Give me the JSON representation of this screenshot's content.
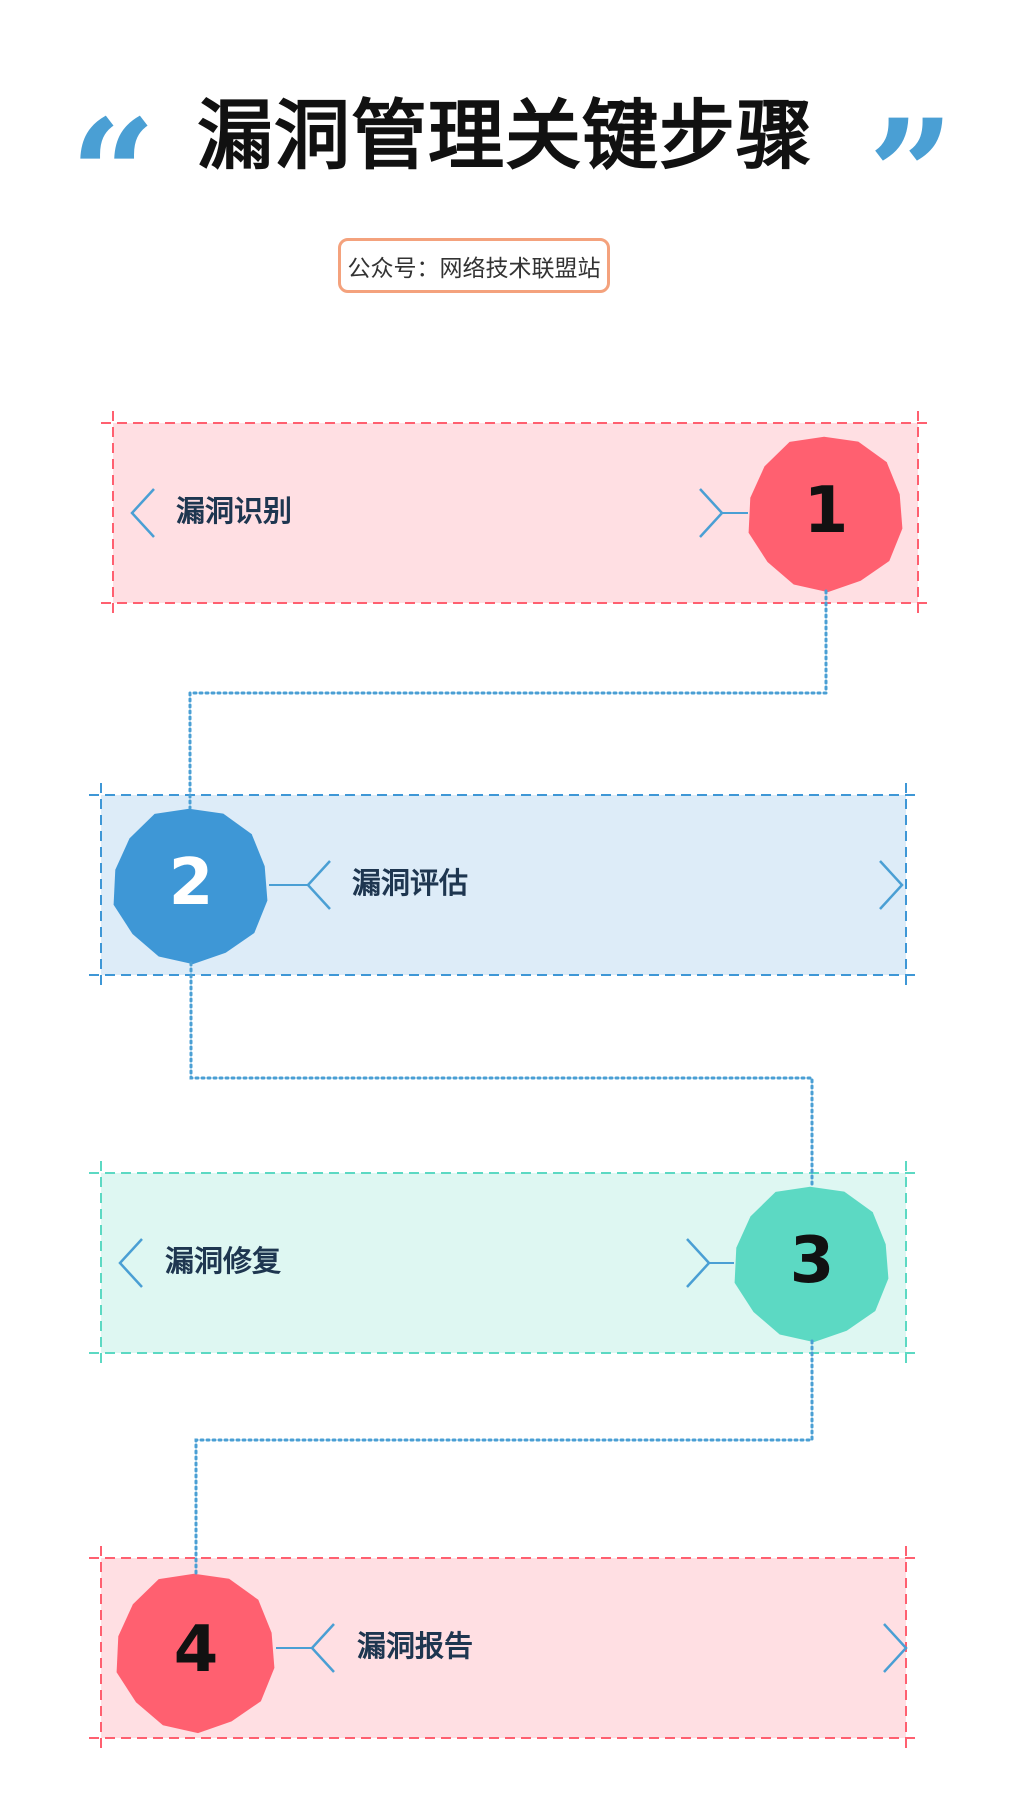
{
  "header": {
    "title": "漏洞管理关键步骤",
    "subtitle": "公众号：网络技术联盟站",
    "open_quote": "“",
    "close_quote": "”"
  },
  "colors": {
    "quote": "#4a9fd4",
    "red": "#ff6070",
    "blue": "#3e97d6",
    "teal": "#5cd9c3",
    "connector": "#4a9fd4"
  },
  "steps": [
    {
      "number": "1",
      "label": "漏洞识别",
      "color": "#ff6070",
      "fill": "#ffdfe3",
      "number_color": "#111111"
    },
    {
      "number": "2",
      "label": "漏洞评估",
      "color": "#3e97d6",
      "fill": "#ddecf8",
      "number_color": "#ffffff"
    },
    {
      "number": "3",
      "label": "漏洞修复",
      "color": "#5cd9c3",
      "fill": "#def7f2",
      "number_color": "#111111"
    },
    {
      "number": "4",
      "label": "漏洞报告",
      "color": "#ff6070",
      "fill": "#ffdfe3",
      "number_color": "#111111"
    }
  ]
}
